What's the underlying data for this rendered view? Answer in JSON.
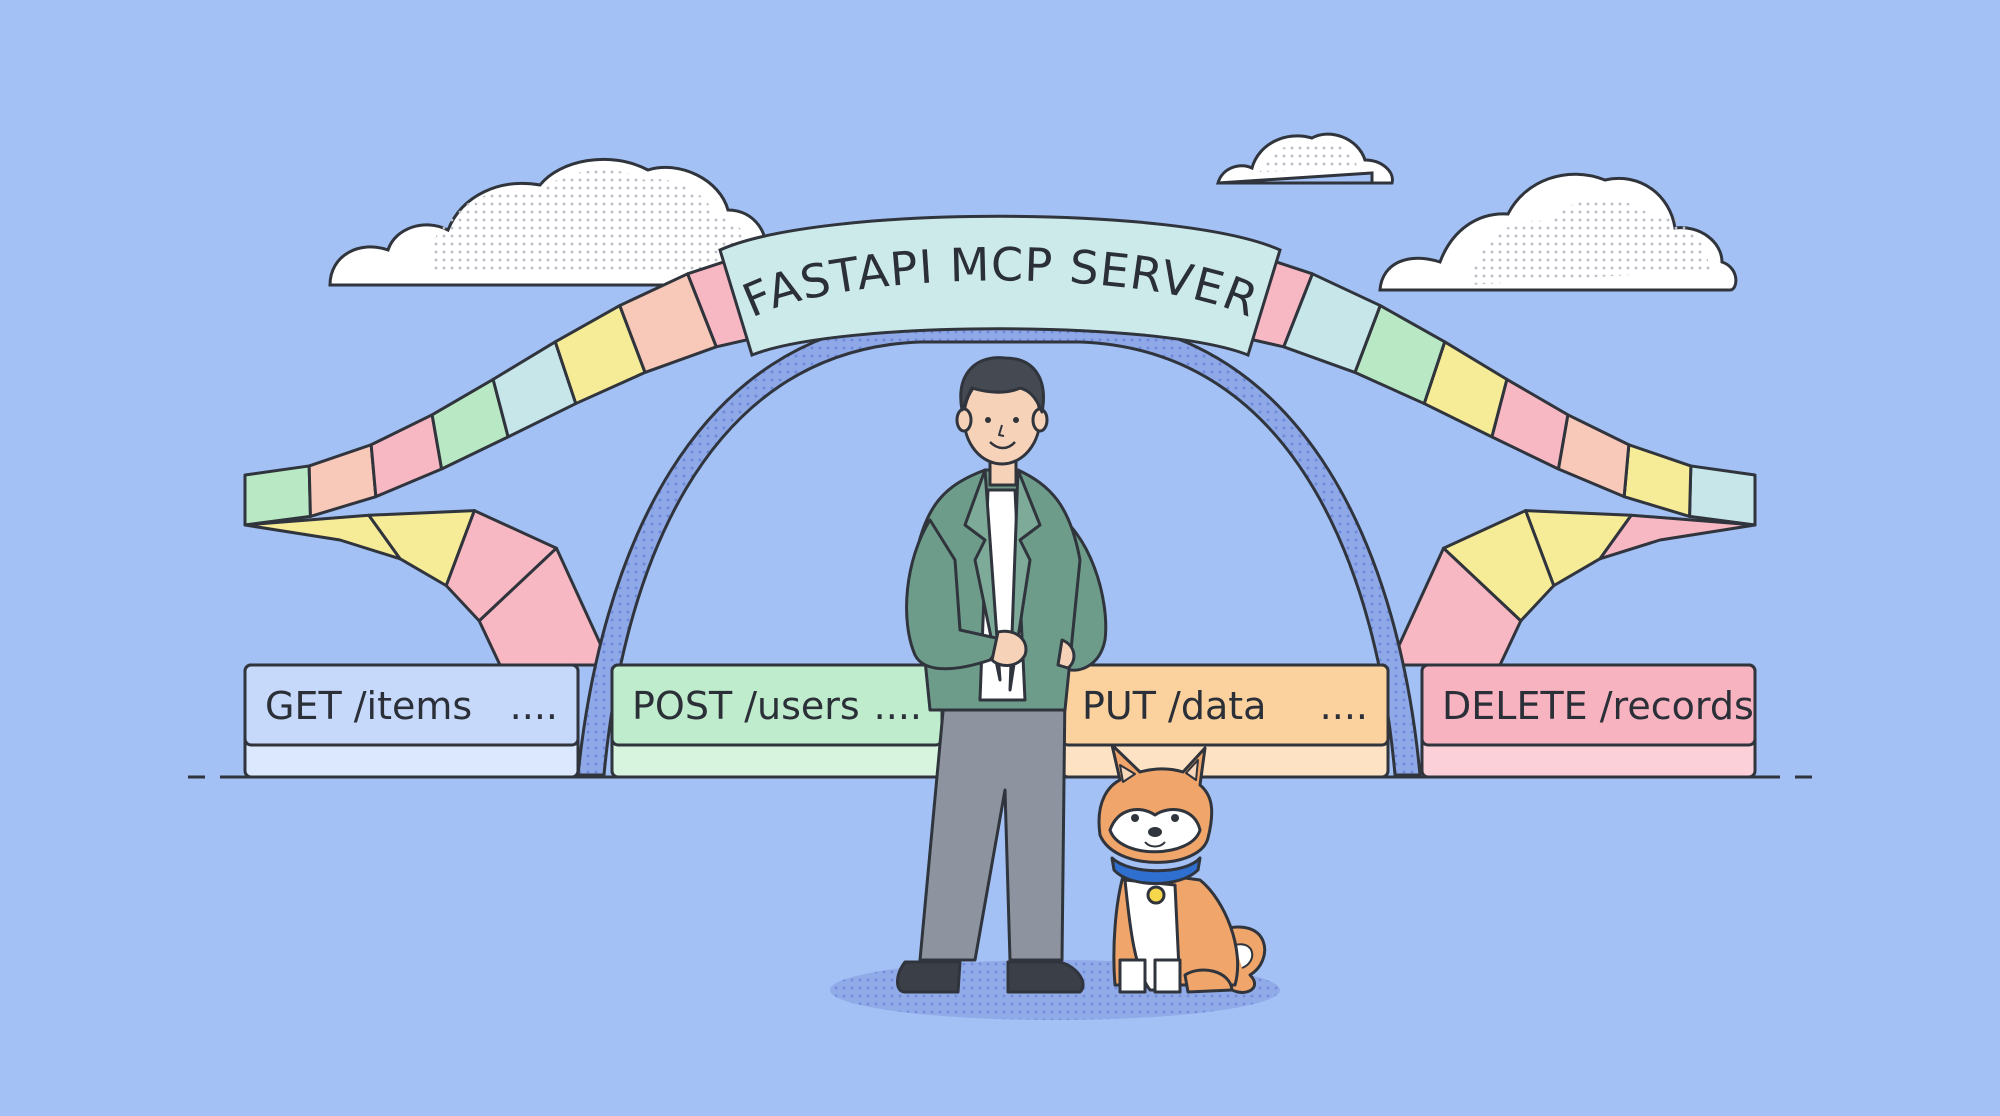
{
  "banner": {
    "title": "FASTAPI MCP SERVER"
  },
  "endpoints": [
    {
      "method_path": "GET /items",
      "dots": "....",
      "color": "#c6d9fb",
      "strip_color": "#dce8fd"
    },
    {
      "method_path": "POST /users",
      "dots": "....",
      "color": "#bfeccc",
      "strip_color": "#d6f4de"
    },
    {
      "method_path": "PUT /data",
      "dots": "....",
      "color": "#fbd29e",
      "strip_color": "#fde3c3"
    },
    {
      "method_path": "DELETE /records",
      "dots": "",
      "color": "#f8b3c0",
      "strip_color": "#fbd0d8"
    }
  ],
  "palette": {
    "background": "#a3c1f4",
    "outline": "#30343c",
    "tile_yellow": "#f6eb97",
    "tile_pink": "#f8b8c3",
    "tile_mint": "#b9e8c4",
    "tile_cyan": "#c6e6ea",
    "tile_peach": "#f8c8b8",
    "banner": "#cdeaea",
    "jacket": "#6e9c8a",
    "trousers": "#8e949f",
    "dog": "#f0a56a",
    "collar": "#2f6fd0"
  },
  "icons": {
    "person": "standing-person-illustration",
    "dog": "shiba-dog-illustration",
    "clouds": "cloud-icon"
  }
}
